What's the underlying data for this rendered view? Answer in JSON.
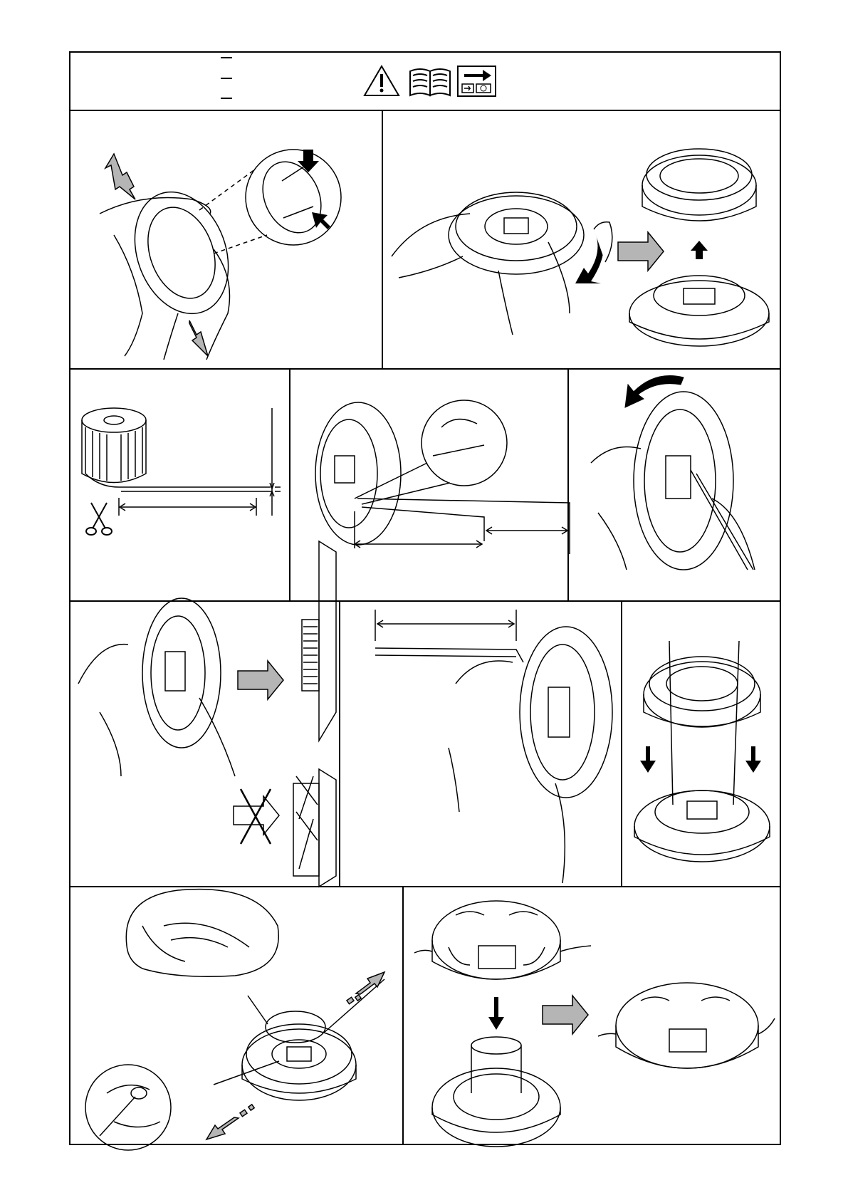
{
  "document": {
    "type": "trimmer-head line refill instruction sheet (pictograms only, no printed text)"
  },
  "header": {
    "icons": [
      "warning-triangle-icon",
      "open-manual-icon",
      "refer-to-section-icon"
    ]
  },
  "steps": [
    {
      "id": "open-head",
      "icons": [
        "press-tabs-arrow-icon",
        "pull-apart-arrow-icon"
      ]
    },
    {
      "id": "separate-spool",
      "icons": [
        "rotate-arrow-icon",
        "next-step-arrow-icon",
        "lift-up-arrow-icon"
      ]
    },
    {
      "id": "cut-line",
      "icons": [
        "scissors-icon"
      ]
    },
    {
      "id": "hook-line",
      "icons": []
    },
    {
      "id": "wind-line",
      "icons": [
        "rotate-arrow-icon"
      ]
    },
    {
      "id": "check-winding",
      "icons": [
        "correct-arrow-icon",
        "wrong-cross-icon"
      ]
    },
    {
      "id": "secure-ends",
      "icons": []
    },
    {
      "id": "thread-housing",
      "icons": [
        "down-arrow-icon",
        "down-arrow-icon"
      ]
    },
    {
      "id": "pull-lines",
      "icons": [
        "pull-arrow-icon"
      ]
    },
    {
      "id": "reassemble",
      "icons": [
        "down-arrow-icon",
        "next-step-arrow-icon"
      ]
    }
  ],
  "colors": {
    "line": "#000000",
    "arrow_fill": "#b5b5b5",
    "background": "#ffffff"
  }
}
